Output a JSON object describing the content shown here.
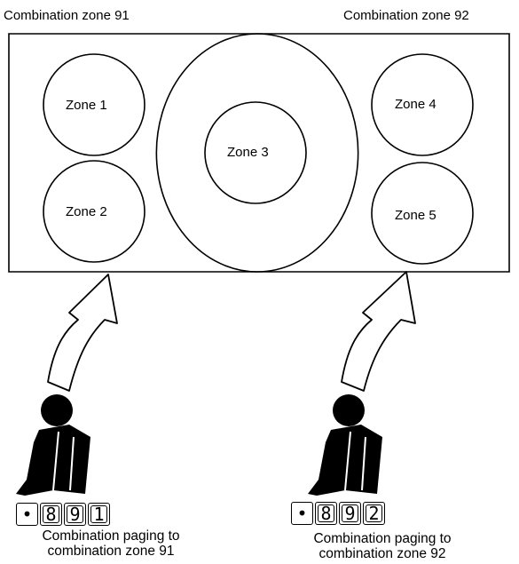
{
  "zones": {
    "combination_91_label": "Combination zone 91",
    "combination_92_label": "Combination zone 92",
    "zone1": "Zone 1",
    "zone2": "Zone 2",
    "zone3": "Zone 3",
    "zone4": "Zone 4",
    "zone5": "Zone 5"
  },
  "left": {
    "keys": [
      "•",
      "8",
      "9",
      "1"
    ],
    "caption_line1": "Combination  paging to",
    "caption_line2": "combination  zone 91"
  },
  "right": {
    "keys": [
      "•",
      "8",
      "9",
      "2"
    ],
    "caption_line1": "Combination  paging to",
    "caption_line2": "combination  zone 92"
  },
  "icons": {
    "left_user": "person-icon",
    "right_user": "person-icon",
    "left_arrow": "curved-arrow-icon",
    "right_arrow": "curved-arrow-icon"
  }
}
